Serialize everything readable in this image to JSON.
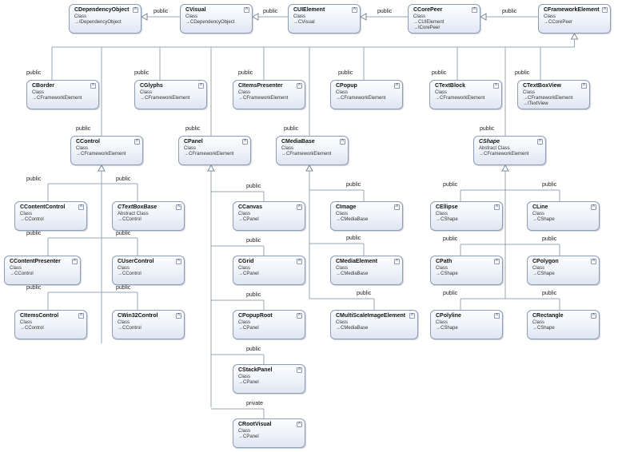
{
  "classes": [
    {
      "id": "CDependencyObject",
      "name": "CDependencyObject",
      "kind": "Class",
      "bases": [
        "IDependencyObject"
      ]
    },
    {
      "id": "CVisual",
      "name": "CVisual",
      "kind": "Class",
      "bases": [
        "CDependencyObject"
      ]
    },
    {
      "id": "CUIElement",
      "name": "CUIElement",
      "kind": "Class",
      "bases": [
        "CVisual"
      ]
    },
    {
      "id": "CCorePeer",
      "name": "CCorePeer",
      "kind": "Class",
      "bases": [
        "CUIElement",
        "ICorePeer"
      ]
    },
    {
      "id": "CFrameworkElement",
      "name": "CFrameworkElement",
      "kind": "Class",
      "bases": [
        "CCorePeer"
      ]
    },
    {
      "id": "CBorder",
      "name": "CBorder",
      "kind": "Class",
      "bases": [
        "CFrameworkElement"
      ]
    },
    {
      "id": "CGlyphs",
      "name": "CGlyphs",
      "kind": "Class",
      "bases": [
        "CFrameworkElement"
      ]
    },
    {
      "id": "CItemsPresenter",
      "name": "CItemsPresenter",
      "kind": "Class",
      "bases": [
        "CFrameworkElement"
      ]
    },
    {
      "id": "CPopup",
      "name": "CPopup",
      "kind": "Class",
      "bases": [
        "CFrameworkElement"
      ]
    },
    {
      "id": "CTextBlock",
      "name": "CTextBlock",
      "kind": "Class",
      "bases": [
        "CFrameworkElement"
      ]
    },
    {
      "id": "CTextBoxView",
      "name": "CTextBoxView",
      "kind": "Class",
      "bases": [
        "CFrameworkElement",
        "ITextView"
      ]
    },
    {
      "id": "CControl",
      "name": "CControl",
      "kind": "Class",
      "bases": [
        "CFrameworkElement"
      ]
    },
    {
      "id": "CPanel",
      "name": "CPanel",
      "kind": "Class",
      "bases": [
        "CFrameworkElement"
      ]
    },
    {
      "id": "CMediaBase",
      "name": "CMediaBase",
      "kind": "Class",
      "bases": [
        "CFrameworkElement"
      ]
    },
    {
      "id": "CShape",
      "name": "CShape",
      "kind": "Abstract Class",
      "abstract": true,
      "bases": [
        "CFrameworkElement"
      ]
    },
    {
      "id": "CContentControl",
      "name": "CContentControl",
      "kind": "Class",
      "bases": [
        "CControl"
      ]
    },
    {
      "id": "CTextBoxBase",
      "name": "CTextBoxBase",
      "kind": "Abstract Class",
      "abstract": true,
      "bases": [
        "CControl"
      ]
    },
    {
      "id": "CContentPresenter",
      "name": "CContentPresenter",
      "kind": "Class",
      "bases": [
        "CControl"
      ]
    },
    {
      "id": "CUserControl",
      "name": "CUserControl",
      "kind": "Class",
      "bases": [
        "CControl"
      ]
    },
    {
      "id": "CItemsControl",
      "name": "CItemsControl",
      "kind": "Class",
      "bases": [
        "CControl"
      ]
    },
    {
      "id": "CWin32Control",
      "name": "CWin32Control",
      "kind": "Class",
      "bases": [
        "CControl"
      ]
    },
    {
      "id": "CCanvas",
      "name": "CCanvas",
      "kind": "Class",
      "bases": [
        "CPanel"
      ]
    },
    {
      "id": "CGrid",
      "name": "CGrid",
      "kind": "Class",
      "bases": [
        "CPanel"
      ]
    },
    {
      "id": "CPopupRoot",
      "name": "CPopupRoot",
      "kind": "Class",
      "bases": [
        "CPanel"
      ]
    },
    {
      "id": "CStackPanel",
      "name": "CStackPanel",
      "kind": "Class",
      "bases": [
        "CPanel"
      ]
    },
    {
      "id": "CRootVisual",
      "name": "CRootVisual",
      "kind": "Class",
      "bases": [
        "CPanel"
      ]
    },
    {
      "id": "CImage",
      "name": "CImage",
      "kind": "Class",
      "bases": [
        "CMediaBase"
      ]
    },
    {
      "id": "CMediaElement",
      "name": "CMediaElement",
      "kind": "Class",
      "bases": [
        "CMediaBase"
      ]
    },
    {
      "id": "CMultiScaleImageElement",
      "name": "CMultiScaleImageElement",
      "kind": "Class",
      "bases": [
        "CMediaBase"
      ]
    },
    {
      "id": "CEllipse",
      "name": "CEllipse",
      "kind": "Class",
      "bases": [
        "CShape"
      ]
    },
    {
      "id": "CLine",
      "name": "CLine",
      "kind": "Class",
      "bases": [
        "CShape"
      ]
    },
    {
      "id": "CPath",
      "name": "CPath",
      "kind": "Class",
      "bases": [
        "CShape"
      ]
    },
    {
      "id": "CPolygon",
      "name": "CPolygon",
      "kind": "Class",
      "bases": [
        "CShape"
      ]
    },
    {
      "id": "CPolyline",
      "name": "CPolyline",
      "kind": "Class",
      "bases": [
        "CShape"
      ]
    },
    {
      "id": "CRectangle",
      "name": "CRectangle",
      "kind": "Class",
      "bases": [
        "CShape"
      ]
    }
  ],
  "edges": [
    {
      "child": "CVisual",
      "parent": "CDependencyObject",
      "access": "public"
    },
    {
      "child": "CUIElement",
      "parent": "CVisual",
      "access": "public"
    },
    {
      "child": "CCorePeer",
      "parent": "CUIElement",
      "access": "public"
    },
    {
      "child": "CFrameworkElement",
      "parent": "CCorePeer",
      "access": "public"
    },
    {
      "child": "CBorder",
      "parent": "CFrameworkElement",
      "access": "public"
    },
    {
      "child": "CGlyphs",
      "parent": "CFrameworkElement",
      "access": "public"
    },
    {
      "child": "CItemsPresenter",
      "parent": "CFrameworkElement",
      "access": "public"
    },
    {
      "child": "CPopup",
      "parent": "CFrameworkElement",
      "access": "public"
    },
    {
      "child": "CTextBlock",
      "parent": "CFrameworkElement",
      "access": "public"
    },
    {
      "child": "CTextBoxView",
      "parent": "CFrameworkElement",
      "access": "public"
    },
    {
      "child": "CControl",
      "parent": "CFrameworkElement",
      "access": "public"
    },
    {
      "child": "CPanel",
      "parent": "CFrameworkElement",
      "access": "public"
    },
    {
      "child": "CMediaBase",
      "parent": "CFrameworkElement",
      "access": "public"
    },
    {
      "child": "CShape",
      "parent": "CFrameworkElement",
      "access": "public"
    },
    {
      "child": "CContentControl",
      "parent": "CControl",
      "access": "public"
    },
    {
      "child": "CTextBoxBase",
      "parent": "CControl",
      "access": "public"
    },
    {
      "child": "CContentPresenter",
      "parent": "CControl",
      "access": "public"
    },
    {
      "child": "CUserControl",
      "parent": "CControl",
      "access": "public"
    },
    {
      "child": "CItemsControl",
      "parent": "CControl",
      "access": "public"
    },
    {
      "child": "CWin32Control",
      "parent": "CControl",
      "access": "public"
    },
    {
      "child": "CCanvas",
      "parent": "CPanel",
      "access": "public"
    },
    {
      "child": "CGrid",
      "parent": "CPanel",
      "access": "public"
    },
    {
      "child": "CPopupRoot",
      "parent": "CPanel",
      "access": "public"
    },
    {
      "child": "CStackPanel",
      "parent": "CPanel",
      "access": "public"
    },
    {
      "child": "CRootVisual",
      "parent": "CPanel",
      "access": "private"
    },
    {
      "child": "CImage",
      "parent": "CMediaBase",
      "access": "public"
    },
    {
      "child": "CMediaElement",
      "parent": "CMediaBase",
      "access": "public"
    },
    {
      "child": "CMultiScaleImageElement",
      "parent": "CMediaBase",
      "access": "public"
    },
    {
      "child": "CEllipse",
      "parent": "CShape",
      "access": "public"
    },
    {
      "child": "CLine",
      "parent": "CShape",
      "access": "public"
    },
    {
      "child": "CPath",
      "parent": "CShape",
      "access": "public"
    },
    {
      "child": "CPolygon",
      "parent": "CShape",
      "access": "public"
    },
    {
      "child": "CPolyline",
      "parent": "CShape",
      "access": "public"
    },
    {
      "child": "CRectangle",
      "parent": "CShape",
      "access": "public"
    }
  ],
  "colors": {
    "box_border": "#8f9cb5",
    "box_fill_top": "#fcfdff",
    "box_fill_bottom": "#dfe6f2",
    "line": "#9aa4b6",
    "arrow_fill": "#ffffff"
  },
  "icons": {
    "collapse": "chevron-up-icon",
    "base_marker": "arrow-right-icon"
  }
}
